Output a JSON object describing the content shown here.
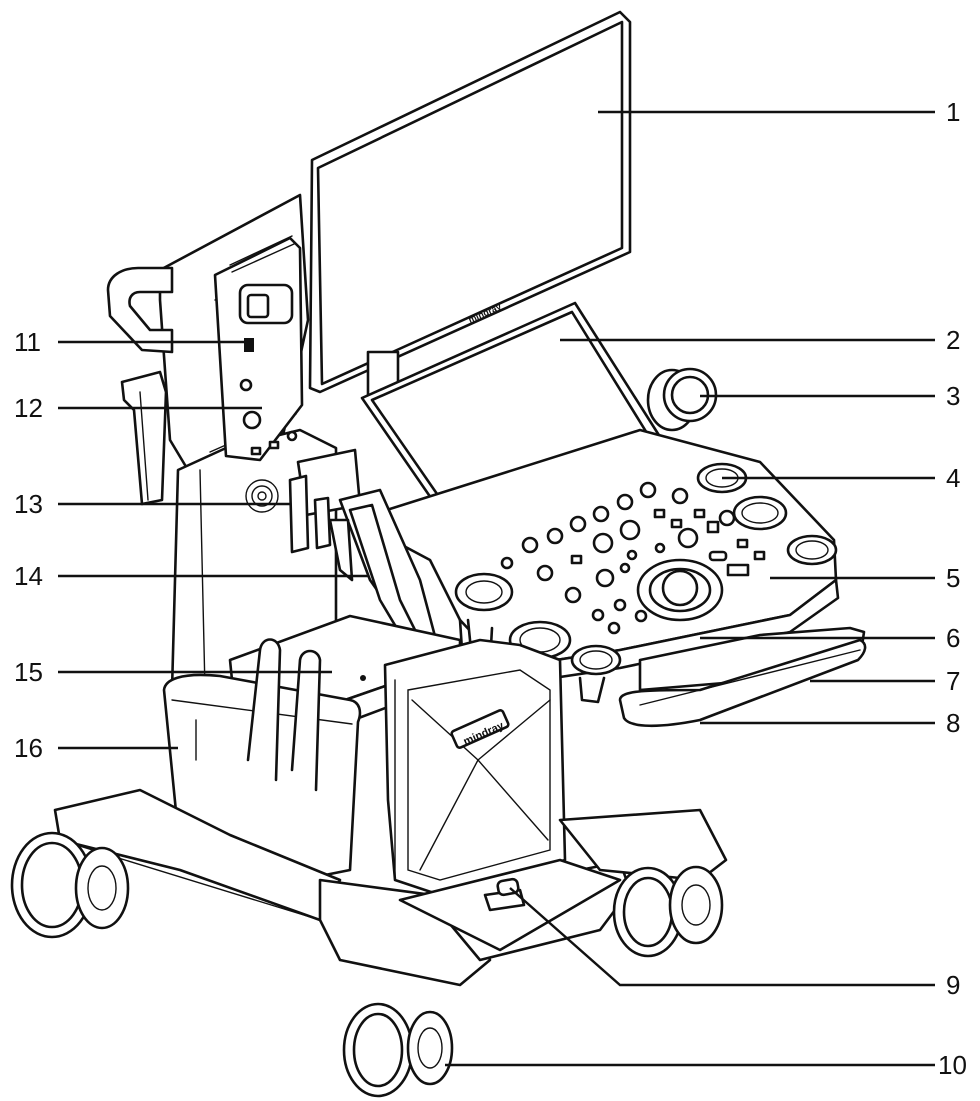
{
  "logo_text": "mindray",
  "callouts": [
    {
      "number": "1"
    },
    {
      "number": "2"
    },
    {
      "number": "3"
    },
    {
      "number": "4"
    },
    {
      "number": "5"
    },
    {
      "number": "6"
    },
    {
      "number": "7"
    },
    {
      "number": "8"
    },
    {
      "number": "9"
    },
    {
      "number": "10"
    },
    {
      "number": "11"
    },
    {
      "number": "12"
    },
    {
      "number": "13"
    },
    {
      "number": "14"
    },
    {
      "number": "15"
    },
    {
      "number": "16"
    }
  ]
}
